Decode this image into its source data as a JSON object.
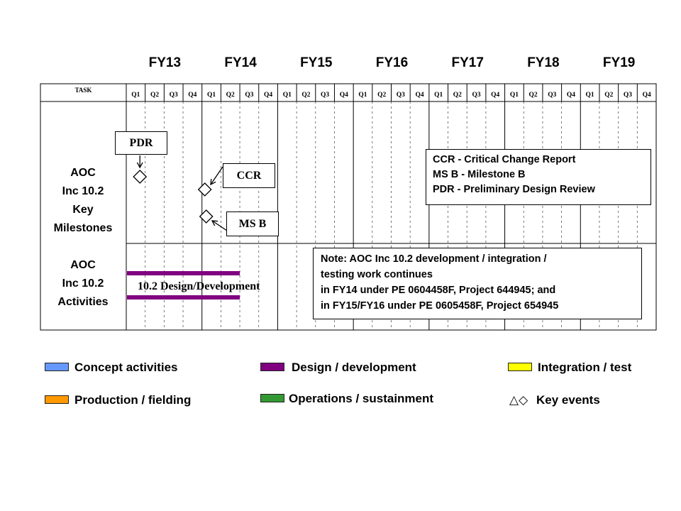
{
  "fiscal_years": [
    "FY13",
    "FY14",
    "FY15",
    "FY16",
    "FY17",
    "FY18",
    "FY19"
  ],
  "quarters": [
    "Q1",
    "Q2",
    "Q3",
    "Q4"
  ],
  "header": {
    "task_label": "TASK"
  },
  "rows": {
    "milestones_label": "AOC\nInc 10.2\nKey\nMilestones",
    "activities_label": "AOC\nInc 10.2\nActivities"
  },
  "milestones": [
    {
      "label": "PDR",
      "fy": "FY13",
      "quarter": "Q1"
    },
    {
      "label": "CCR",
      "fy": "FY14",
      "quarter": "Q1"
    },
    {
      "label": "MS B",
      "fy": "FY14",
      "quarter": "Q1"
    }
  ],
  "activities": [
    {
      "label": "10.2 Design/Development",
      "start": {
        "fy": "FY13",
        "quarter": "Q1"
      },
      "end": {
        "fy": "FY14",
        "quarter": "Q2"
      },
      "color": "#800080"
    }
  ],
  "abbreviations": [
    "CCR - Critical Change Report",
    "MS B - Milestone B",
    "PDR - Preliminary Design Review"
  ],
  "note": [
    "Note: AOC Inc 10.2 development / integration /",
    "testing work continues",
    "in FY14 under PE 0604458F, Project 644945; and",
    "in FY15/FY16 under PE 0605458F, Project 654945"
  ],
  "legend": [
    {
      "label": "Concept activities",
      "color": "#6699ff"
    },
    {
      "label": "Design / development",
      "color": "#800080"
    },
    {
      "label": "Integration / test",
      "color": "#ffff00"
    },
    {
      "label": "Production / fielding",
      "color": "#ff9900"
    },
    {
      "label": "Operations / sustainment",
      "color": "#339933"
    },
    {
      "label": "Key events",
      "icon": "triangle-diamond-icon",
      "glyphs": "△◇"
    }
  ]
}
